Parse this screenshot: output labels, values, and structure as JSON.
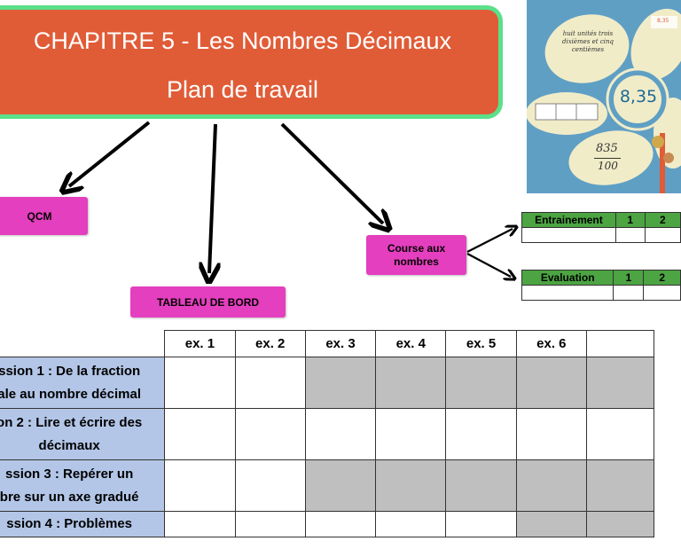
{
  "title": {
    "line1": "CHAPITRE 5 - Les Nombres Décimaux",
    "line2": "Plan de travail"
  },
  "photo": {
    "flower_value": "8,35",
    "petal_text": "huit unités trois dixièmes et cinq centièmes",
    "fraction_num": "835",
    "fraction_den": "100",
    "petal_small": "8,35",
    "colors": {
      "background": "#5f9fc4",
      "petal": "#f1ecc8",
      "center": "#f1ecc8",
      "accent": "#e05c37"
    }
  },
  "nodes": {
    "qcm": "QCM",
    "tableau": "TABLEAU DE BORD",
    "course_line1": "Course aux",
    "course_line2": "nombres"
  },
  "mini_tables": {
    "entrainement": {
      "label": "Entrainement",
      "cols": [
        "1",
        "2"
      ]
    },
    "evaluation": {
      "label": "Evaluation",
      "cols": [
        "1",
        "2"
      ]
    }
  },
  "main_table": {
    "headers": [
      "ex. 1",
      "ex. 2",
      "ex. 3",
      "ex. 4",
      "ex. 5",
      "ex. 6"
    ],
    "rows": [
      {
        "line1": "ssion 1 : De la fraction",
        "line2": "ale au nombre décimal",
        "cells": [
          "w",
          "w",
          "g",
          "g",
          "g",
          "g",
          "g"
        ]
      },
      {
        "line1": "on 2 : Lire et écrire des",
        "line2": "décimaux",
        "cells": [
          "w",
          "w",
          "w",
          "w",
          "w",
          "w",
          "w"
        ]
      },
      {
        "line1": "ssion 3 : Repérer un",
        "line2": "bre sur un axe gradué",
        "cells": [
          "w",
          "w",
          "g",
          "g",
          "g",
          "g",
          "g"
        ]
      },
      {
        "line1": "ssion 4 : Problèmes",
        "line2": "",
        "cells": [
          "w",
          "w",
          "w",
          "w",
          "w",
          "g",
          "g"
        ]
      }
    ]
  },
  "colors": {
    "title_bg": "#e05c37",
    "title_border": "#5be08a",
    "pill": "#e43fbe",
    "mini_head": "#4ca442",
    "row_label": "#b3c6e7",
    "gray_cell": "#bfbfbf"
  }
}
